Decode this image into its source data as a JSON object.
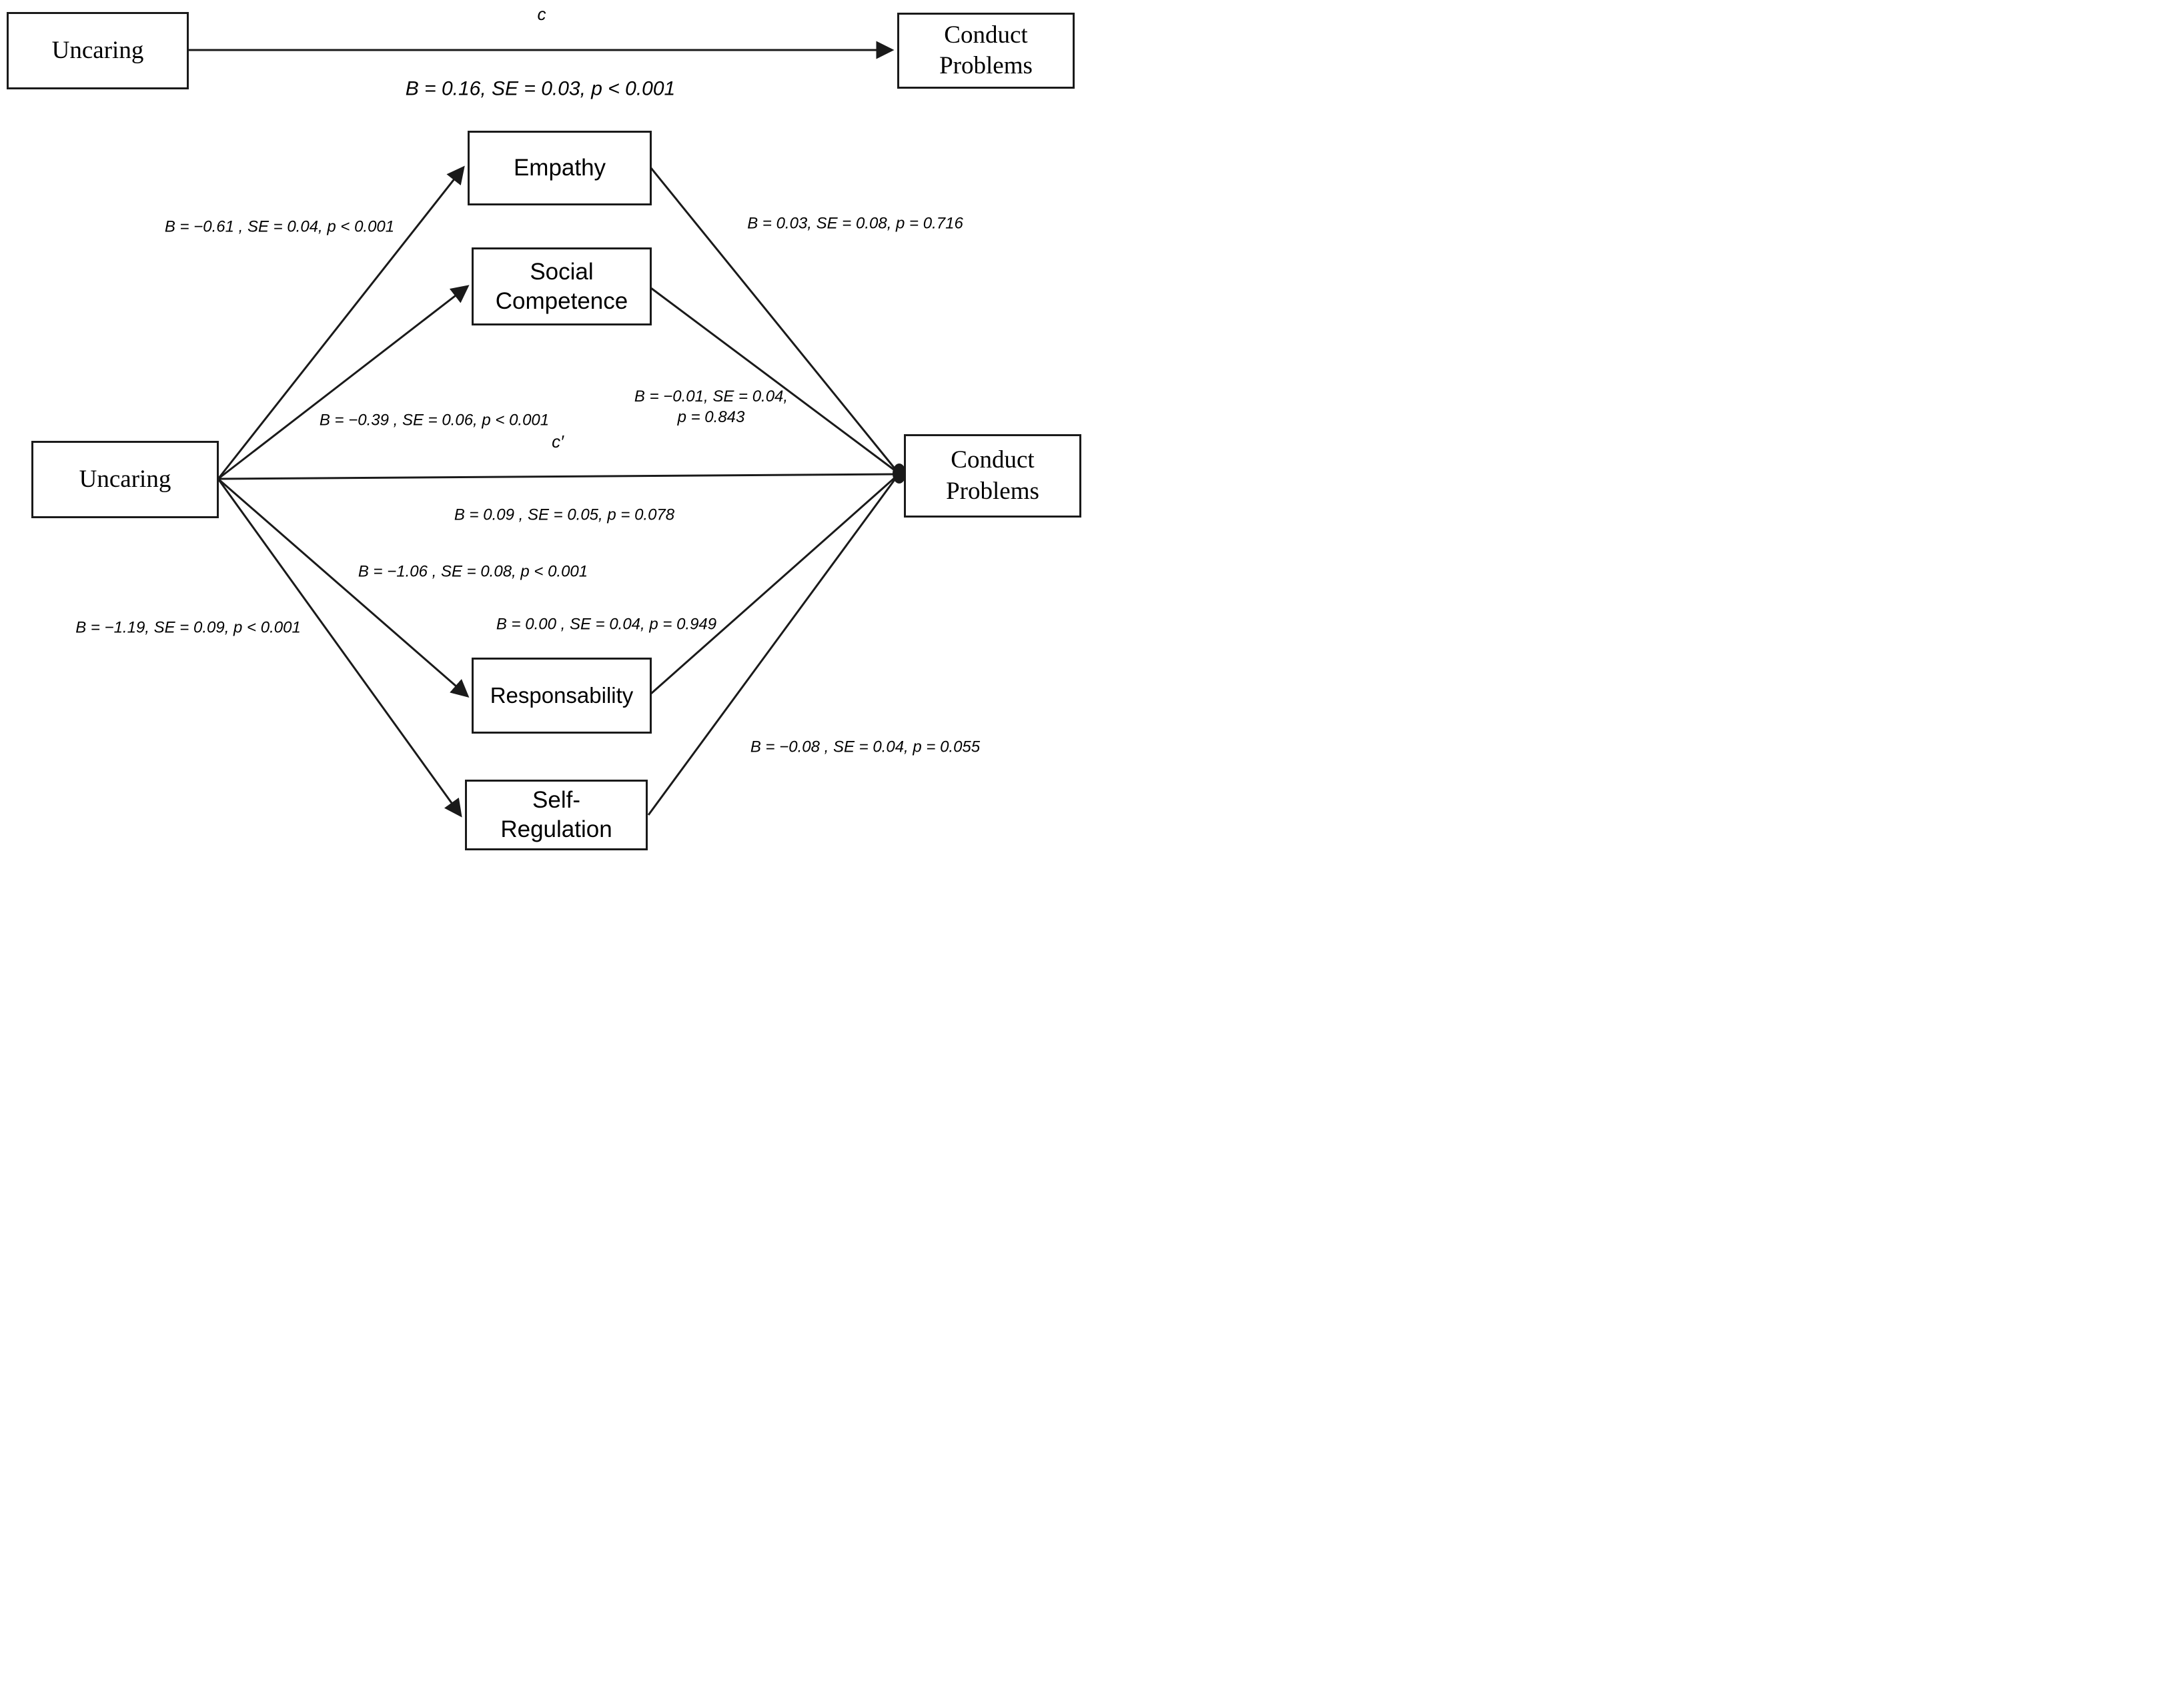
{
  "top_model": {
    "predictor": "Uncaring",
    "outcome": "Conduct Problems",
    "path_label": "c",
    "path_stats": "B = 0.16, SE = 0.03, p < 0.001"
  },
  "mediation_model": {
    "predictor": "Uncaring",
    "outcome": "Conduct Problems",
    "direct_path_label": "c′",
    "direct_path_stats": "B = 0.09 , SE = 0.05, p = 0.078",
    "mediators": [
      {
        "name": "Empathy",
        "a_path_stats": "B = −0.61 , SE = 0.04, p < 0.001",
        "b_path_stats": "B = 0.03, SE = 0.08, p = 0.716"
      },
      {
        "name": "Social Competence",
        "a_path_stats": "B = −0.39 , SE = 0.06, p < 0.001",
        "b_path_stats": "B = −0.01, SE = 0.04, p = 0.843"
      },
      {
        "name": "Responsability",
        "a_path_stats": "B = −1.06 , SE = 0.08, p < 0.001",
        "b_path_stats": "B = 0.00 , SE = 0.04, p = 0.949"
      },
      {
        "name": "Self-Regulation",
        "a_path_stats": "B = −1.19, SE = 0.09, p < 0.001",
        "b_path_stats": "B = −0.08 , SE = 0.04, p = 0.055"
      }
    ]
  },
  "colors": {
    "line": "#1a1a1a",
    "text": "#000000",
    "background": "#ffffff"
  }
}
